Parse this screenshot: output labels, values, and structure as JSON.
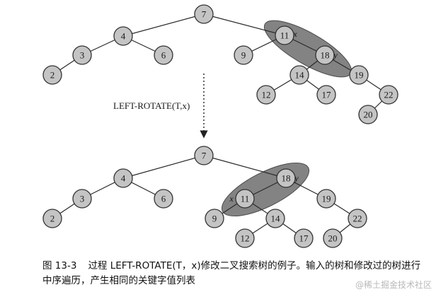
{
  "operation_label": "LEFT-ROTATE(T,x)",
  "caption": {
    "figure_number": "图 13-3",
    "text": "过程 LEFT-ROTATE(T，x)修改二叉搜索树的例子。输入的树和修改过的树进行中序遍历，产生相同的关键字值列表"
  },
  "watermark": "@稀土掘金技术社区",
  "trees": [
    {
      "id": "before",
      "nodes": [
        {
          "key": "7"
        },
        {
          "key": "4"
        },
        {
          "key": "3"
        },
        {
          "key": "6"
        },
        {
          "key": "2"
        },
        {
          "key": "11",
          "marker": "x"
        },
        {
          "key": "9"
        },
        {
          "key": "18",
          "marker": "y"
        },
        {
          "key": "14"
        },
        {
          "key": "19"
        },
        {
          "key": "12"
        },
        {
          "key": "17"
        },
        {
          "key": "22"
        },
        {
          "key": "20"
        }
      ]
    },
    {
      "id": "after",
      "nodes": [
        {
          "key": "7"
        },
        {
          "key": "4"
        },
        {
          "key": "3"
        },
        {
          "key": "6"
        },
        {
          "key": "2"
        },
        {
          "key": "18",
          "marker": "y"
        },
        {
          "key": "11",
          "marker": "x"
        },
        {
          "key": "19"
        },
        {
          "key": "9"
        },
        {
          "key": "14"
        },
        {
          "key": "22"
        },
        {
          "key": "12"
        },
        {
          "key": "17"
        },
        {
          "key": "20"
        }
      ]
    }
  ]
}
